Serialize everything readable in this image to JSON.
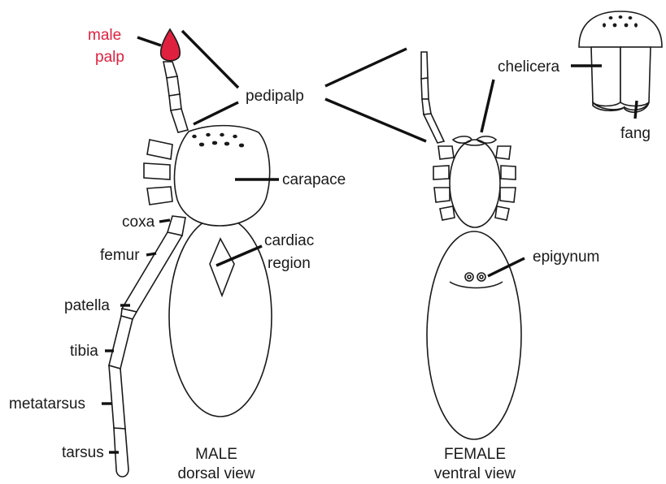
{
  "labels": {
    "male_palp_line1": "male",
    "male_palp_line2": "palp",
    "pedipalp": "pedipalp",
    "chelicera": "chelicera",
    "fang": "fang",
    "carapace": "carapace",
    "coxa": "coxa",
    "femur": "femur",
    "cardiac_line1": "cardiac",
    "cardiac_line2": "region",
    "epigynum": "epigynum",
    "patella": "patella",
    "tibia": "tibia",
    "metatarsus": "metatarsus",
    "tarsus": "tarsus",
    "male_title_line1": "MALE",
    "male_title_line2": "dorsal view",
    "female_title_line1": "FEMALE",
    "female_title_line2": "ventral view"
  },
  "colors": {
    "outline": "#1a1a1a",
    "male_palp": "#e0203f",
    "background": "#ffffff"
  }
}
